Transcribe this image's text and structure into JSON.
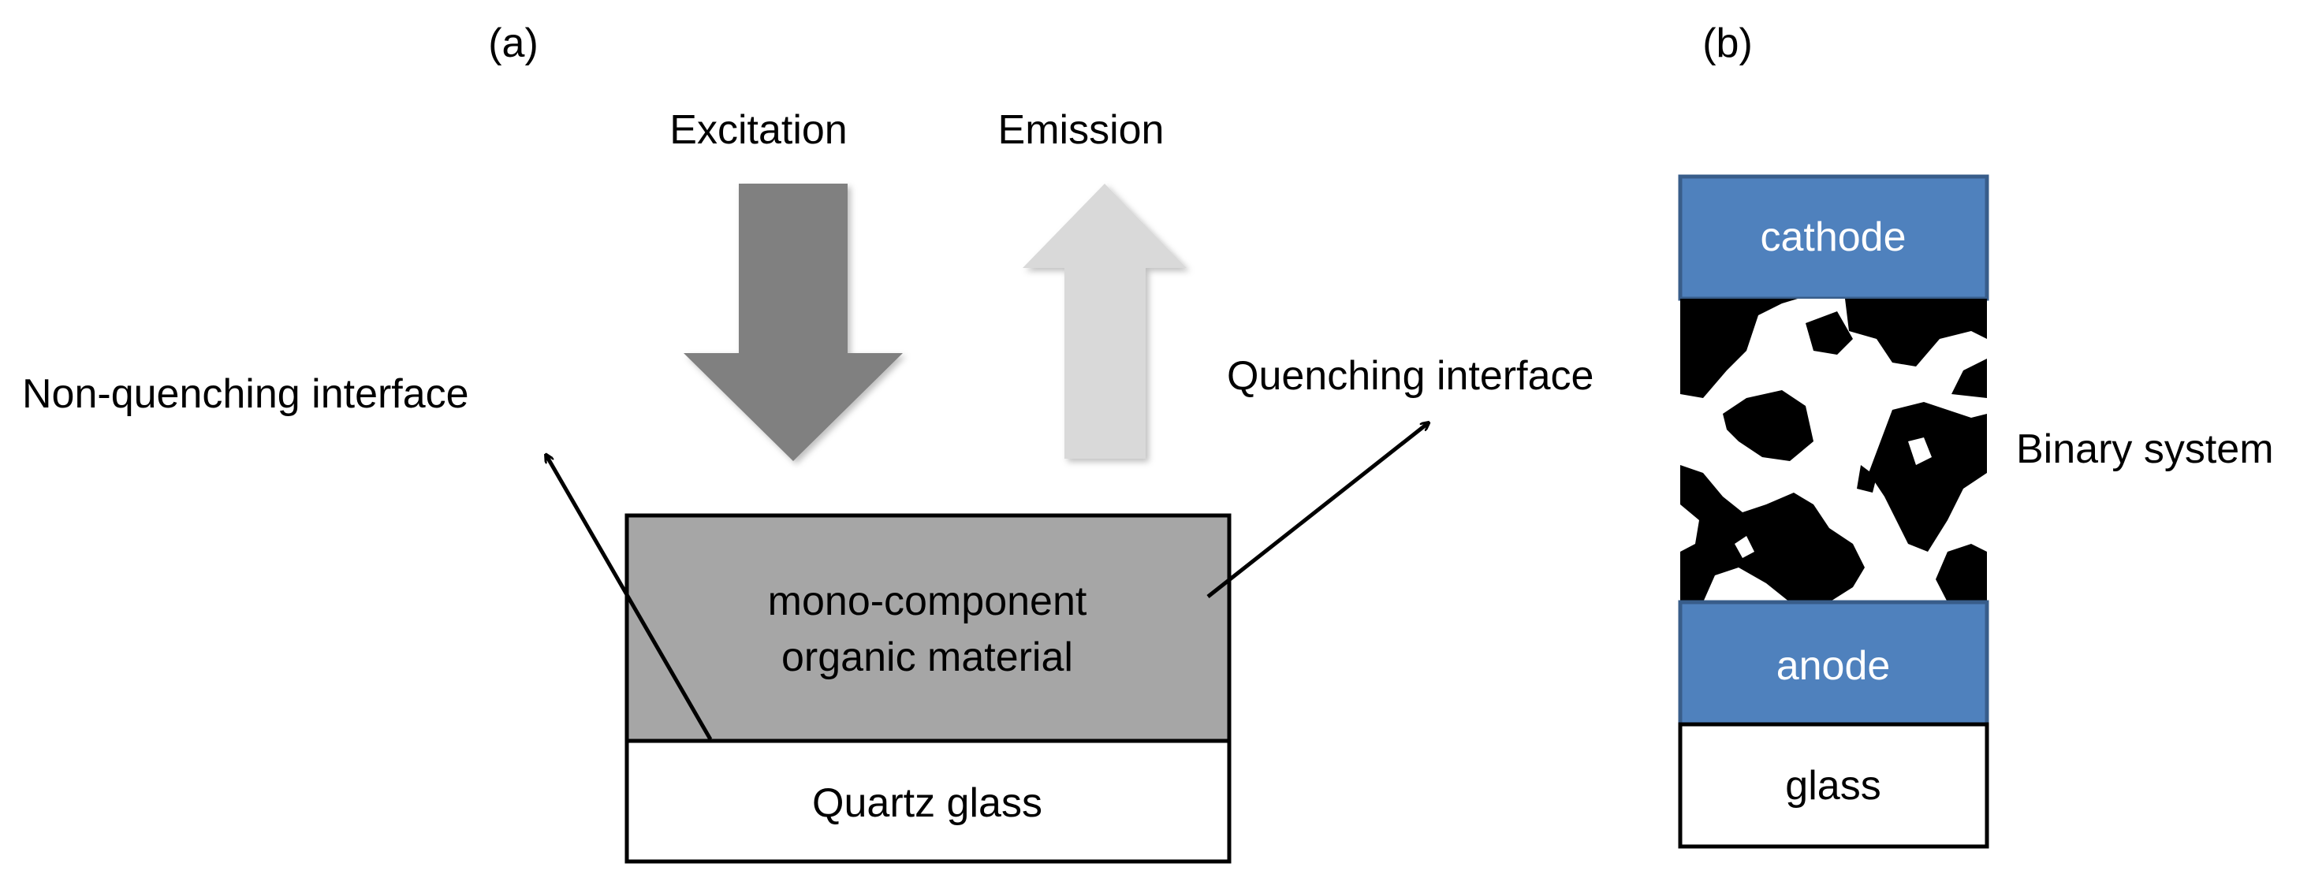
{
  "panel_a": {
    "label": "(a)",
    "excitation_label": "Excitation",
    "emission_label": "Emission",
    "non_quenching_label": "Non-quenching interface",
    "quenching_label": "Quenching interface",
    "material_line1": "mono-component",
    "material_line2": "organic material",
    "substrate_label": "Quartz glass",
    "colors": {
      "excitation_arrow": "#808080",
      "emission_arrow": "#d9d9d9",
      "material_fill": "#a6a6a6"
    }
  },
  "panel_b": {
    "label": "(b)",
    "cathode_label": "cathode",
    "anode_label": "anode",
    "glass_label": "glass",
    "binary_label": "Binary system",
    "colors": {
      "electrode_fill": "#4f81bd",
      "electrode_border": "#385d8a"
    }
  }
}
